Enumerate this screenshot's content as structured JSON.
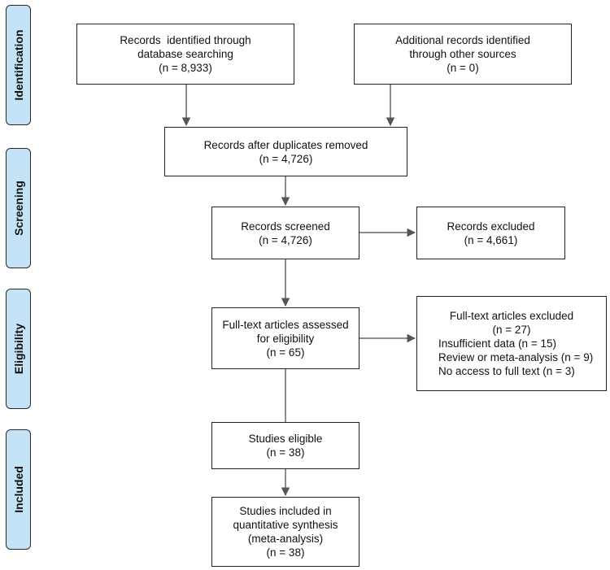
{
  "phases": {
    "identification": "Identification",
    "screening": "Screening",
    "eligibility": "Eligibility",
    "included": "Included"
  },
  "boxes": {
    "db_search": {
      "line1": "Records  identified through",
      "line2": "database searching",
      "line3": "(n = 8,933)"
    },
    "other_sources": {
      "line1": "Additional records identified",
      "line2": "through other sources",
      "line3": "(n = 0)"
    },
    "duplicates_removed": {
      "line1": "Records after duplicates removed",
      "line2": "(n = 4,726)"
    },
    "screened": {
      "line1": "Records screened",
      "line2": "(n = 4,726)"
    },
    "excluded": {
      "line1": "Records excluded",
      "line2": "(n = 4,661)"
    },
    "full_text_assessed": {
      "line1": "Full-text articles assessed",
      "line2": "for eligibility",
      "line3": "(n = 65)"
    },
    "full_text_excluded": {
      "line1": "Full-text articles excluded",
      "line2": "(n = 27)",
      "reasons": [
        "Insufficient data (n = 15)",
        "Review or meta-analysis (n = 9)",
        "No access to full text (n = 3)"
      ]
    },
    "eligible": {
      "line1": "Studies eligible",
      "line2": "(n = 38)"
    },
    "included": {
      "line1": "Studies included in",
      "line2": "quantitative synthesis",
      "line3": "(meta-analysis)",
      "line4": "(n = 38)"
    }
  }
}
